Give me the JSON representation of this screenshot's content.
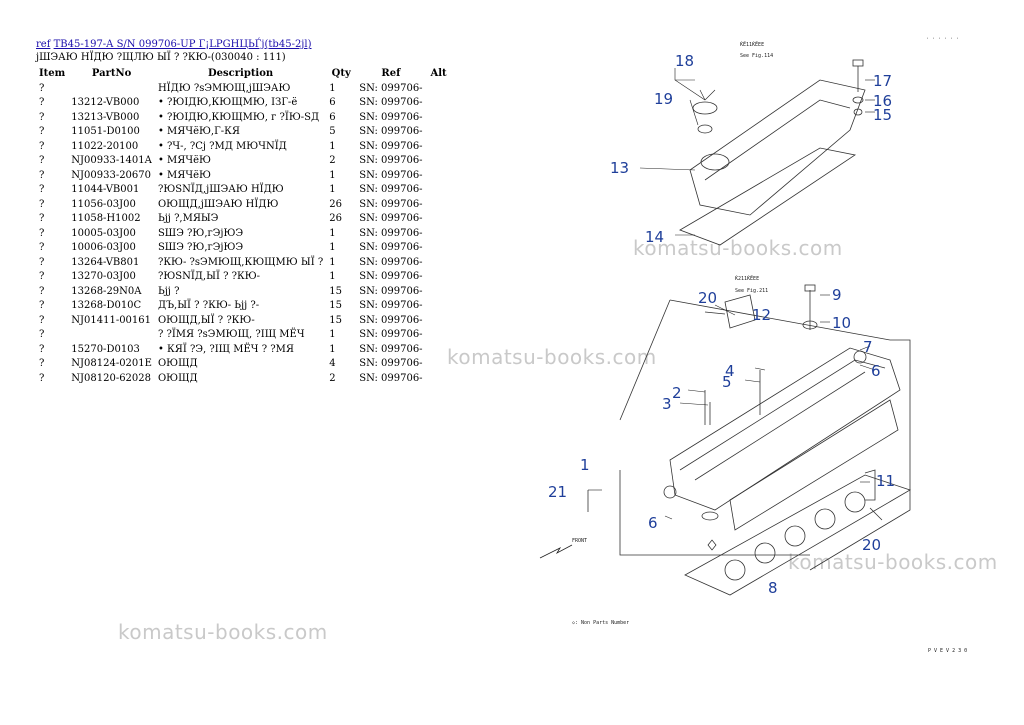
{
  "header": {
    "link_ref": "ref",
    "link_title": "TB45-197-A S/N 099706-UP Г¡LPGHЦЬЃј(tb45-2jl)",
    "subtitle": "јШЭАЮ НЇДЮ ?ЩЛЮ ЫЇ ? ?КЮ-(030040 : 111)"
  },
  "table": {
    "headers": {
      "item": "Item",
      "partno": "PartNo",
      "description": "Description",
      "qty": "Qty",
      "ref": "Ref",
      "alt": "Alt"
    },
    "rows": [
      {
        "item": "?",
        "partno": "",
        "description": "НЇДЮ ?sЭМЮЩ,јШЭАЮ",
        "qty": "1",
        "ref": "SN: 099706-"
      },
      {
        "item": "?",
        "partno": "13212-VB000",
        "description": "• ?ЮІДЮ,КЮЩМЮ, ІЗГ-ё",
        "qty": "6",
        "ref": "SN: 099706-"
      },
      {
        "item": "?",
        "partno": "13213-VB000",
        "description": "• ?ЮІДЮ,КЮЩМЮ, г ?ЇЮ-SД",
        "qty": "6",
        "ref": "SN: 099706-"
      },
      {
        "item": "?",
        "partno": "11051-D0100",
        "description": "• МЯЧёЮ,Г-КЯ",
        "qty": "5",
        "ref": "SN: 099706-"
      },
      {
        "item": "?",
        "partno": "11022-20100",
        "description": "• ?Ч-, ?Сј ?МД МЮЧNЇД",
        "qty": "1",
        "ref": "SN: 099706-"
      },
      {
        "item": "?",
        "partno": "NJ00933-1401A",
        "description": "• МЯЧёЮ",
        "qty": "2",
        "ref": "SN: 099706-"
      },
      {
        "item": "?",
        "partno": "NJ00933-20670",
        "description": "• МЯЧёЮ",
        "qty": "1",
        "ref": "SN: 099706-"
      },
      {
        "item": "?",
        "partno": "11044-VB001",
        "description": "?ЮSNЇД,јШЭАЮ НЇДЮ",
        "qty": "1",
        "ref": "SN: 099706-"
      },
      {
        "item": "?",
        "partno": "11056-03J00",
        "description": "ОЮЩД,јШЭАЮ НЇДЮ",
        "qty": "26",
        "ref": "SN: 099706-"
      },
      {
        "item": "?",
        "partno": "11058-H1002",
        "description": "Ьјј ?,МЯЫЭ",
        "qty": "26",
        "ref": "SN: 099706-"
      },
      {
        "item": "?",
        "partno": "10005-03J00",
        "description": "SШЭ ?Ю,гЭјЮЭ",
        "qty": "1",
        "ref": "SN: 099706-"
      },
      {
        "item": "?",
        "partno": "10006-03J00",
        "description": "SШЭ ?Ю,гЭјЮЭ",
        "qty": "1",
        "ref": "SN: 099706-"
      },
      {
        "item": "?",
        "partno": "13264-VB801",
        "description": "?КЮ- ?sЭМЮЩ,КЮЩМЮ ЫЇ ?",
        "qty": "1",
        "ref": "SN: 099706-"
      },
      {
        "item": "?",
        "partno": "13270-03J00",
        "description": "?ЮSNЇД,ЫЇ ? ?КЮ-",
        "qty": "1",
        "ref": "SN: 099706-"
      },
      {
        "item": "?",
        "partno": "13268-29N0A",
        "description": "Ьјј ?",
        "qty": "15",
        "ref": "SN: 099706-"
      },
      {
        "item": "?",
        "partno": "13268-D010C",
        "description": "ДЪ,ЫЇ ? ?КЮ- Ьјј ?-",
        "qty": "15",
        "ref": "SN: 099706-"
      },
      {
        "item": "?",
        "partno": "NJ01411-00161",
        "description": "ОЮЩД,ЫЇ ? ?КЮ-",
        "qty": "15",
        "ref": "SN: 099706-"
      },
      {
        "item": "?",
        "partno": "",
        "description": "? ?ЇМЯ ?sЭМЮЩ, ?ІЩ МЁЧ",
        "qty": "1",
        "ref": "SN: 099706-"
      },
      {
        "item": "?",
        "partno": "15270-D0103",
        "description": "• КЯЇ ?Э, ?ІЩ МЁЧ ? ?МЯ",
        "qty": "1",
        "ref": "SN: 099706-"
      },
      {
        "item": "?",
        "partno": "NJ08124-0201E",
        "description": "ОЮЩД",
        "qty": "4",
        "ref": "SN: 099706-"
      },
      {
        "item": "?",
        "partno": "NJ08120-62028",
        "description": "ОЮЩД",
        "qty": "2",
        "ref": "SN: 099706-"
      }
    ]
  },
  "watermark_text": "komatsu-books.com",
  "diagram": {
    "callouts": [
      "18",
      "19",
      "17",
      "16",
      "15",
      "13",
      "14",
      "9",
      "20",
      "12",
      "10",
      "7",
      "6",
      "4",
      "5",
      "2",
      "3",
      "1",
      "21",
      "6",
      "11",
      "20",
      "8"
    ],
    "see_fig_top_1": "ЌЁ11ЌЁЕЕ",
    "see_fig_top_2": "See Fig.114",
    "see_fig_mid_1": "Ќ211ЌЁЕЕ",
    "see_fig_mid_2": "See Fig.211",
    "legend_text": "◇: Non Parts Number",
    "front_label": "FRONT",
    "code": "P V E V 2 3 0",
    "corner_mark": "· · · · · ·"
  }
}
